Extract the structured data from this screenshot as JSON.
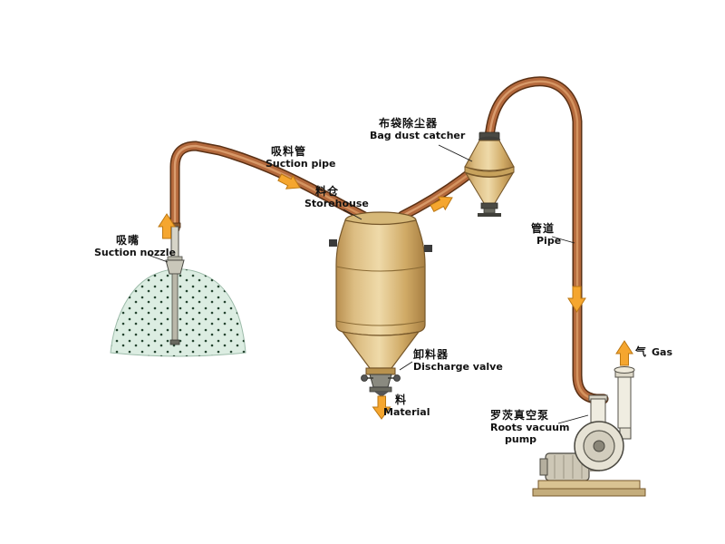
{
  "labels": {
    "suction_nozzle": {
      "zh": "吸嘴",
      "en": "Suction nozzle"
    },
    "suction_pipe": {
      "zh": "吸料管",
      "en": "Suction pipe"
    },
    "storehouse": {
      "zh": "料仓",
      "en": "Storehouse"
    },
    "bag_dust_catcher": {
      "zh": "布袋除尘器",
      "en": "Bag dust catcher"
    },
    "pipe": {
      "zh": "管道",
      "en": "Pipe"
    },
    "discharge_valve": {
      "zh": "卸料器",
      "en": "Discharge valve"
    },
    "material": {
      "zh": "料",
      "en": "Material"
    },
    "gas": {
      "zh": "气",
      "en": "Gas"
    },
    "roots_vacuum_pump": {
      "zh": "罗茨真空泵",
      "en_line1": "Roots vacuum",
      "en_line2": "pump"
    }
  },
  "colors": {
    "pipe_copper": "#b4693c",
    "pipe_copper_outline": "#5a3014",
    "tank_tan": "#e0c289",
    "tank_outline": "#76572a",
    "flow_arrow_orange": "#f5a62f",
    "material_pile_green": "#dcede2",
    "pump_body_grey": "#e6e2d4",
    "label_text": "#111111"
  }
}
